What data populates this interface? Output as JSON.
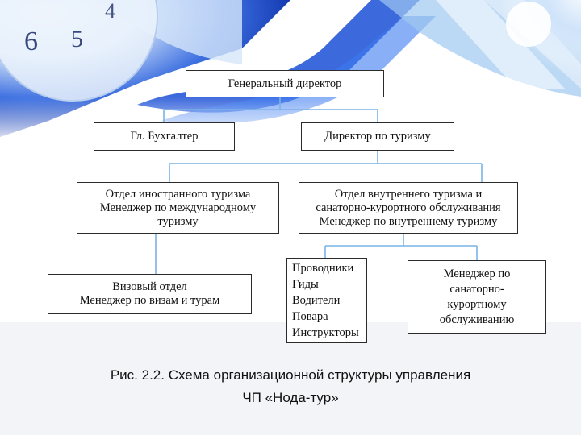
{
  "org_chart": {
    "general_director": "Генеральный директор",
    "chief_accountant": "Гл. Бухгалтер",
    "tourism_director": "Директор по туризму",
    "foreign_dept": {
      "line1": "Отдел иностранного туризма",
      "line2": "Менеджер по международному",
      "line3": "туризму"
    },
    "domestic_dept": {
      "line1": "Отдел внутреннего туризма и",
      "line2": "санаторно-курортного обслуживания",
      "line3": "Менеджер по внутреннему туризму"
    },
    "visa_dept": {
      "line1": "Визовый отдел",
      "line2": "Менеджер по визам и турам"
    },
    "staff": [
      "Проводники",
      "Гиды",
      "Водители",
      "Повара",
      "Инструкторы"
    ],
    "sanatorium_manager": {
      "line1": "Менеджер по",
      "line2": "санаторно-",
      "line3": "курортному",
      "line4": "обслуживанию"
    }
  },
  "caption": {
    "line1": "Рис. 2.2. Схема организационной структуры управления",
    "line2": "ЧП «Нода-тур»"
  },
  "colors": {
    "accent_blue": "#1a4fd6",
    "light_blue": "#9ec8f0",
    "connector": "#7ab3e6"
  }
}
